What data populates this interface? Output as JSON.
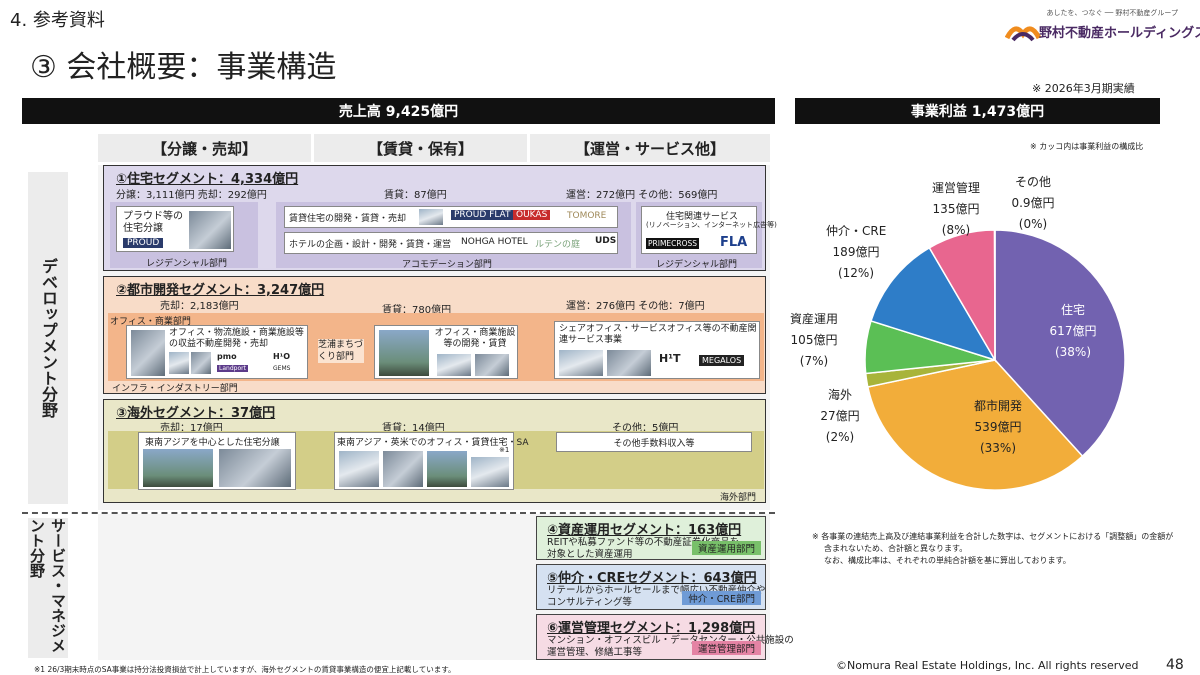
{
  "header": {
    "section": "4. 参考資料",
    "title": "③ 会社概要：事業構造",
    "note": "※ 2026年3月期実績"
  },
  "logo": {
    "tagline": "あしたを、つなぐ ── 野村不動産グループ",
    "name": "野村不動産ホールディングス"
  },
  "bars": {
    "sales": "売上高 9,425億円",
    "profit": "事業利益 1,473億円"
  },
  "columns": [
    "【分譲・売却】",
    "【賃貸・保有】",
    "【運営・サービス他】"
  ],
  "side_labels": {
    "dev": "デベロップメント分野",
    "svc": "サービス・マネジメント分野"
  },
  "seg1": {
    "title": "①住宅セグメント：4,334億円",
    "sub1": "分譲：3,111億円 売却：292億円",
    "sub2": "賃貸：87億円",
    "sub3": "運営：272億円 その他：569億円",
    "box1": "プラウド等の住宅分譲",
    "brand_proud": "PROUD",
    "box2a": "賃貸住宅の開発・賃貸・売却",
    "brand_flat": "PROUD FLAT",
    "brand_oukas": "OUKAS",
    "brand_tomore": "TOMORE",
    "box2b": "ホテルの企画・設計・開発・賃貸・運営",
    "brand_nohga": "NOHGA HOTEL",
    "brand_rutenmo": "ルテンの庭",
    "brand_uds": "UDS",
    "box3": "住宅関連サービス",
    "box3sub": "(リノベーション、インターネット広告等)",
    "brand_prime": "PRIMECROSS",
    "brand_fla": "FLA",
    "dept1": "レジデンシャル部門",
    "dept2": "アコモデーション部門",
    "dept3": "レジデンシャル部門"
  },
  "seg2": {
    "title": "②都市開発セグメント：3,247億円",
    "sub1": "売却：2,183億円",
    "sub2": "賃貸：780億円",
    "sub3": "運営：276億円 その他：7億円",
    "band_office": "オフィス・商業部門",
    "band_infra": "インフラ・インダストリー部門",
    "box1": "オフィス・物流施設・商業施設等の収益不動産開発・売却",
    "brand_pmo": "pmo",
    "brand_h1o": "H¹O",
    "brand_landport": "Landport",
    "brand_gems": "GEMS",
    "shiba": "芝浦まちづくり部門",
    "box2": "オフィス・商業施設等の開発・賃貸",
    "box3": "シェアオフィス・サービスオフィス等の不動産関連サービス事業",
    "brand_h1t": "H¹T",
    "brand_megalos": "MEGALOS"
  },
  "seg3": {
    "title": "③海外セグメント：37億円",
    "sub1": "売却：17億円",
    "sub2": "賃貸：14億円",
    "sub3": "その他：5億円",
    "box1": "東南アジアを中心とした住宅分譲",
    "box2": "東南アジア・英米でのオフィス・賃貸住宅・SA",
    "note": "※1",
    "box3": "その他手数料収入等",
    "dept": "海外部門"
  },
  "seg4": {
    "title": "④資産運用セグメント：163億円",
    "desc1": "REITや私募ファンド等の不動産証券化商品を",
    "desc2": "対象とした資産運用",
    "dept": "資産運用部門"
  },
  "seg5": {
    "title": "⑤仲介・CREセグメント：643億円",
    "desc1": "リテールからホールセールまで幅広い不動産仲介や",
    "desc2": "コンサルティング等",
    "dept": "仲介・CRE部門"
  },
  "seg6": {
    "title": "⑥運営管理セグメント：1,298億円",
    "desc1": "マンション・オフィスビル・データセンター・公共施設の",
    "desc2": "運営管理、修繕工事等",
    "dept": "運営管理部門"
  },
  "pie_note": "※ カッコ内は事業利益の構成比",
  "chart_data": {
    "type": "pie",
    "unit": "億円",
    "slices": [
      {
        "name": "住宅",
        "value": 617,
        "pct": "38%",
        "label1": "住宅",
        "label2": "617億円",
        "label3": "(38%)",
        "color": "#7262b0"
      },
      {
        "name": "都市開発",
        "value": 539,
        "pct": "33%",
        "label1": "都市開発",
        "label2": "539億円",
        "label3": "(33%)",
        "color": "#f2ad3a"
      },
      {
        "name": "海外",
        "value": 27,
        "pct": "2%",
        "label1": "海外",
        "label2": "27億円",
        "label3": "(2%)",
        "color": "#a8b43a"
      },
      {
        "name": "資産運用",
        "value": 105,
        "pct": "7%",
        "label1": "資産運用",
        "label2": "105億円",
        "label3": "(7%)",
        "color": "#5bbf55"
      },
      {
        "name": "仲介・CRE",
        "value": 189,
        "pct": "12%",
        "label1": "仲介・CRE",
        "label2": "189億円",
        "label3": "(12%)",
        "color": "#2e7dc8"
      },
      {
        "name": "運営管理",
        "value": 135,
        "pct": "8%",
        "label1": "運営管理",
        "label2": "135億円",
        "label3": "(8%)",
        "color": "#e8668f"
      },
      {
        "name": "その他",
        "value": 0.9,
        "pct": "0%",
        "label1": "その他",
        "label2": "0.9億円",
        "label3": "(0%)",
        "color": "#cccccc"
      }
    ]
  },
  "notes": {
    "right1": "※ 各事業の連結売上高及び連結事業利益を合計した数字は、セグメントにおける「調整額」の金額が",
    "right2": "含まれないため、合計額と異なります。",
    "right3": "なお、構成比率は、それぞれの単純合計額を基に算出しております。",
    "foot": "※1 26/3期末時点のSA事業は持分法投資損益で計上していますが、海外セグメントの賃貸事業構造の便宜上記載しています。",
    "copyright": "©Nomura Real Estate Holdings, Inc. All rights reserved",
    "page": "48"
  }
}
